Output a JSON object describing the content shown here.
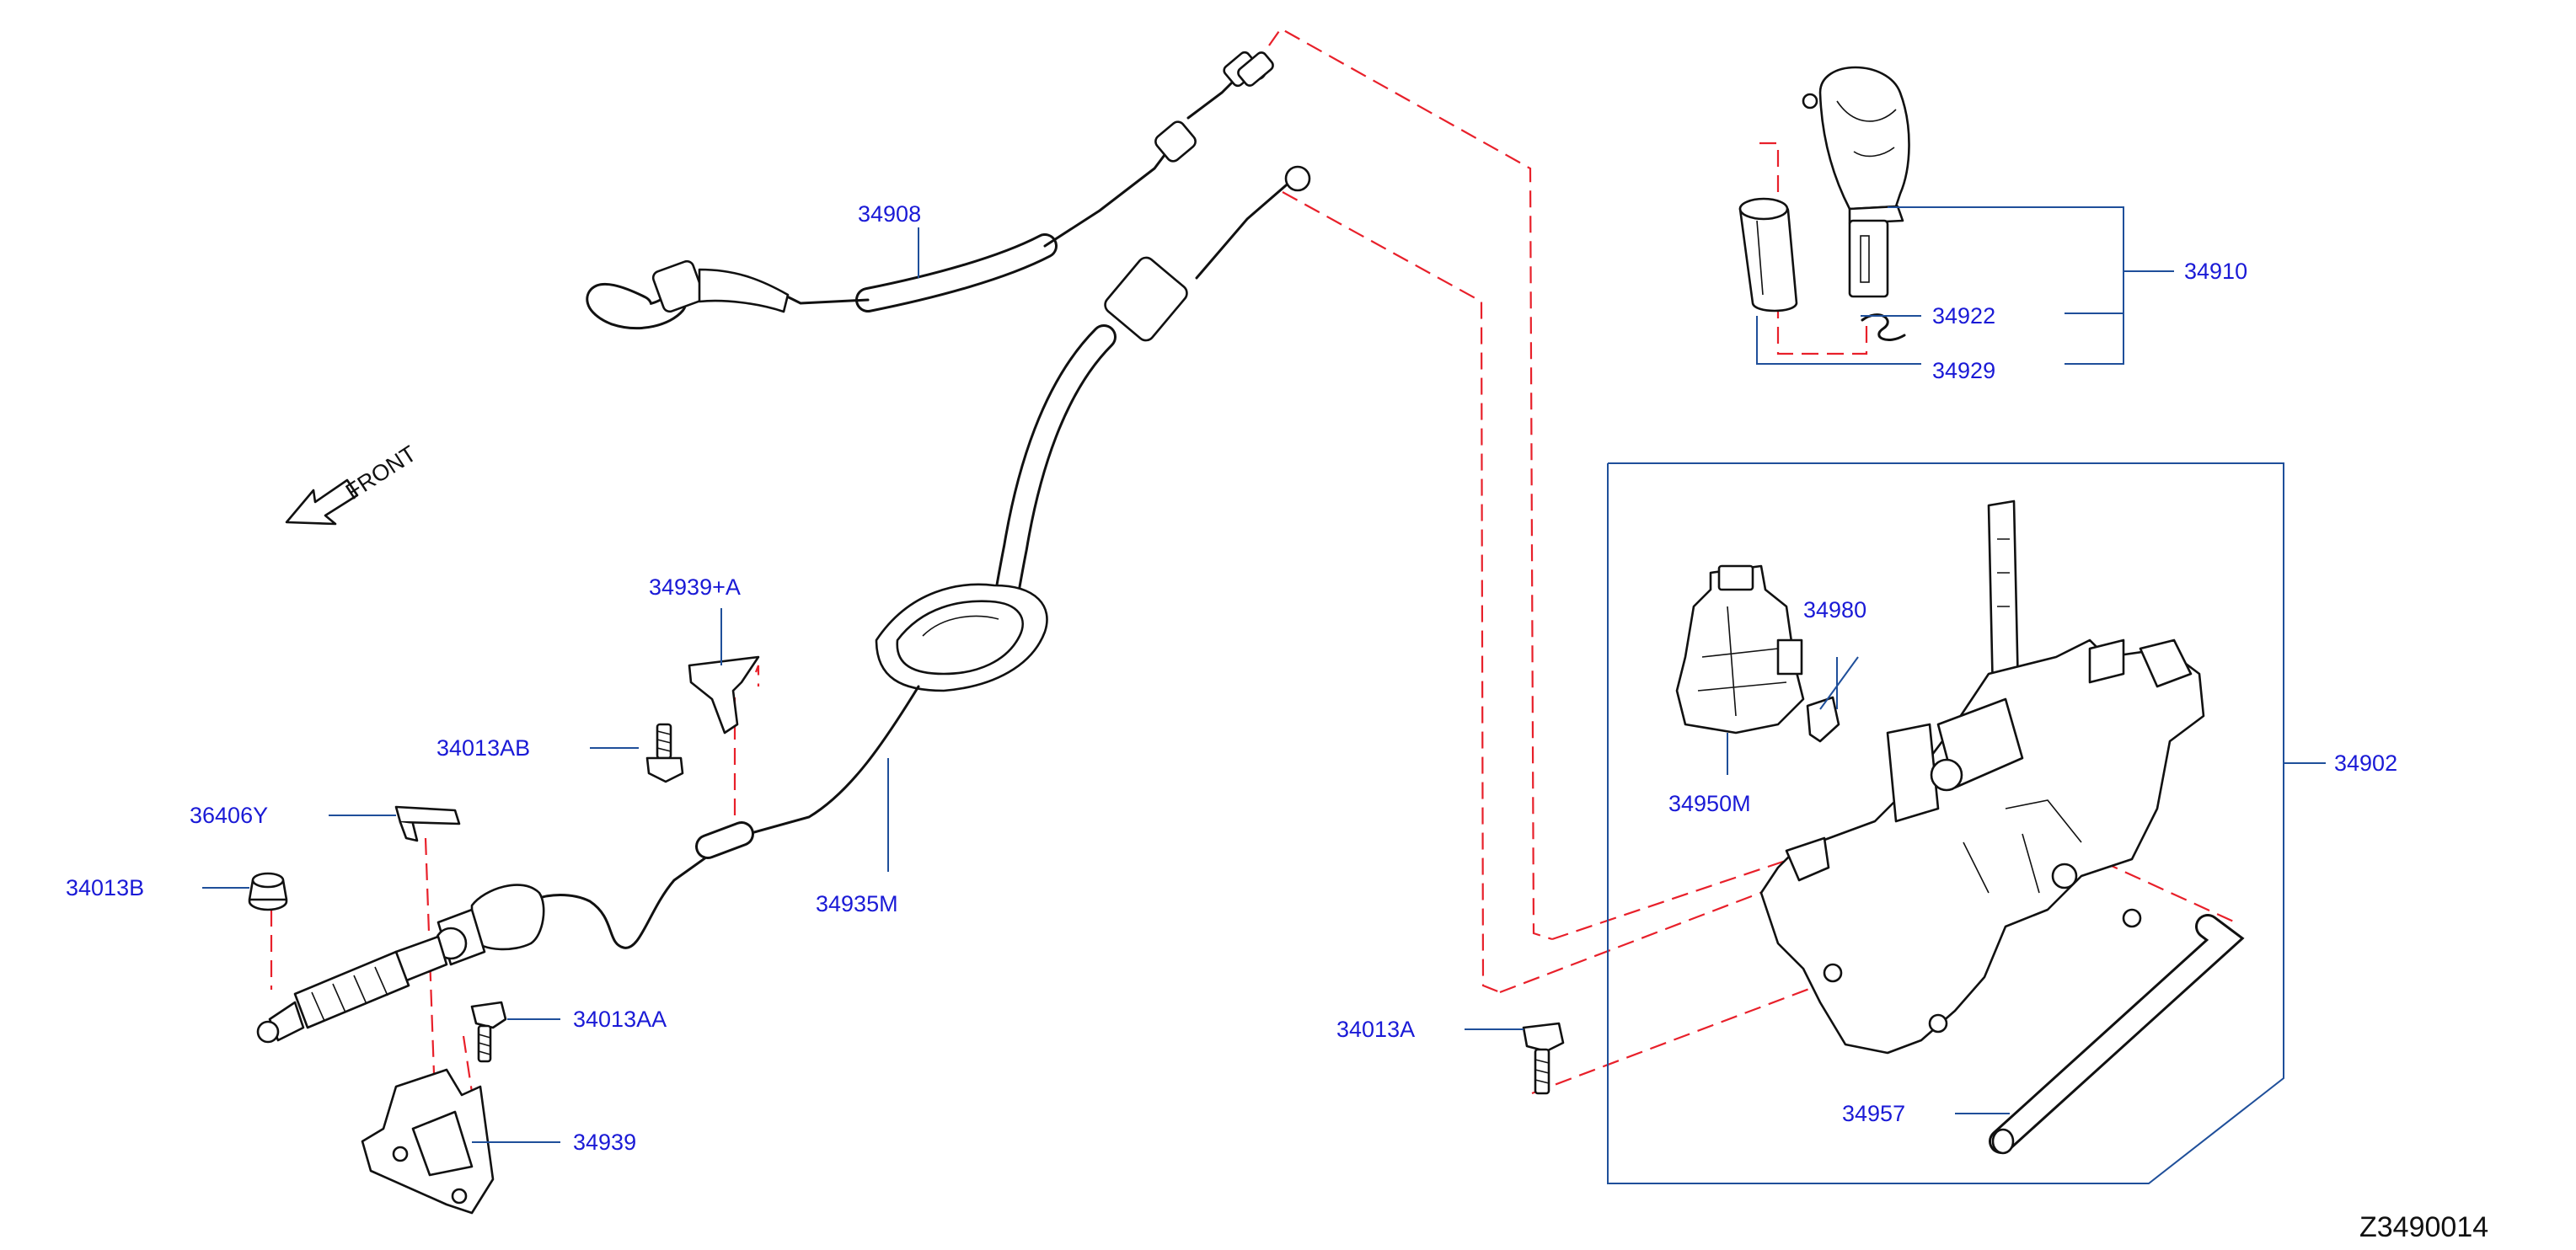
{
  "figure": {
    "id": "Z3490014",
    "front_label": "FRONT"
  },
  "parts": {
    "p34908": "34908",
    "p34910": "34910",
    "p34922": "34922",
    "p34929": "34929",
    "p34939A": "34939+A",
    "p34013AB": "34013AB",
    "p36406Y": "36406Y",
    "p34013B": "34013B",
    "p34935M": "34935M",
    "p34013AA": "34013AA",
    "p34939": "34939",
    "p34980": "34980",
    "p34950M": "34950M",
    "p34902": "34902",
    "p34013A": "34013A",
    "p34957": "34957"
  },
  "colors": {
    "label": "#1a1ad6",
    "leader": "#1f4f9a",
    "phantom_line": "#e8202a",
    "outline": "#111111"
  }
}
